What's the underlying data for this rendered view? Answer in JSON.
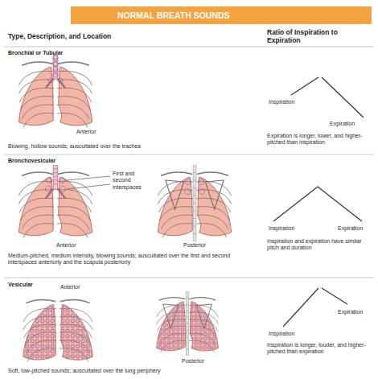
{
  "diagram": {
    "title": "NORMAL BREATH SOUNDS",
    "labels": [
      "Type, Description, and Location",
      "Ratio of Inspiration to Expiration",
      "Bronchial or Tubular",
      "Anterior",
      "Blowing, hollow sounds; auscultated over the trachea",
      "Inspiration",
      "Expiration",
      "Expiration is longer, lower, and higher-pitched than inspiration",
      "Bronchovesicular",
      "First and second interspaces",
      "Anterior",
      "Posterior",
      "Medium-pitched, medium intensity, blowing sounds; auscultated over the first and second interspaces anteriorly and the scapula posteriorly",
      "Inspiration",
      "Expiration",
      "Inspiration and expiration have similar pitch and duration",
      "Vesicular",
      "Anterior",
      "Posterior",
      "Soft, low-pitched sounds; auscultated over the lung periphery",
      "Expiration",
      "Inspiration",
      "Inspiration is longer, louder, and higher-pitched than expiration"
    ]
  }
}
